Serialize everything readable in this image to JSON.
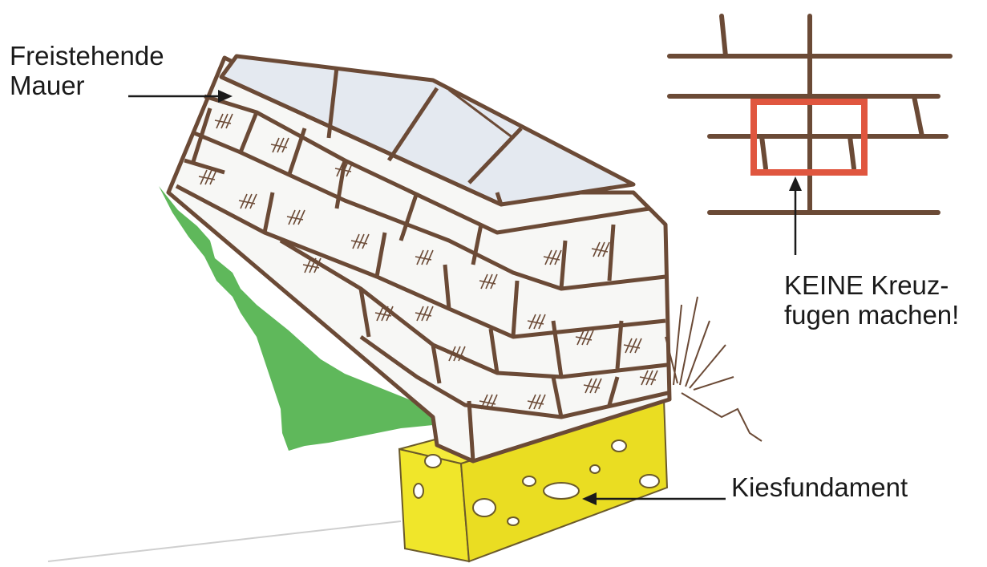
{
  "labels": {
    "wall": [
      "Freistehende",
      "Mauer"
    ],
    "cross_joints": [
      "KEINE Kreuz-",
      "fugen machen!"
    ],
    "foundation": "Kiesfundament"
  },
  "colors": {
    "grass": "#5fb85b",
    "foundation": "#f0e62a",
    "stone_fill": "#f7f7f5",
    "stone_top": "#e4e9f0",
    "mortar": "#6b4a36",
    "highlight": "#e0563f",
    "arrow": "#1a1a1a"
  }
}
